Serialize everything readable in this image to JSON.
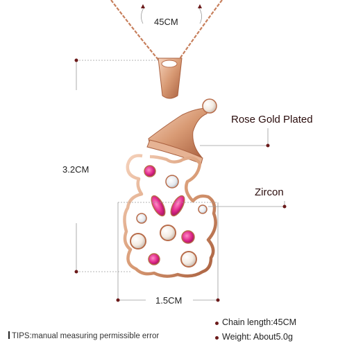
{
  "product": {
    "chain_length_label": "45CM",
    "pendant_height_label": "3.2CM",
    "pendant_width_label": "1.5CM",
    "callouts": {
      "plating": "Rose Gold Plated",
      "stones": "Zircon"
    },
    "footer": {
      "tips": "TIPS:manual measuring permissible error",
      "chain_length": "Chain length:45CM",
      "weight": "Weight: About5.0g"
    }
  },
  "colors": {
    "rose_gold": "#d89a74",
    "rose_gold_dark": "#b86c4a",
    "rose_gold_light": "#f5cdb2",
    "pink_stone": "#e0288a",
    "pearl": "#f5eee6",
    "clear_zircon": "#e7eaee",
    "marker": "#6b1a1a"
  }
}
